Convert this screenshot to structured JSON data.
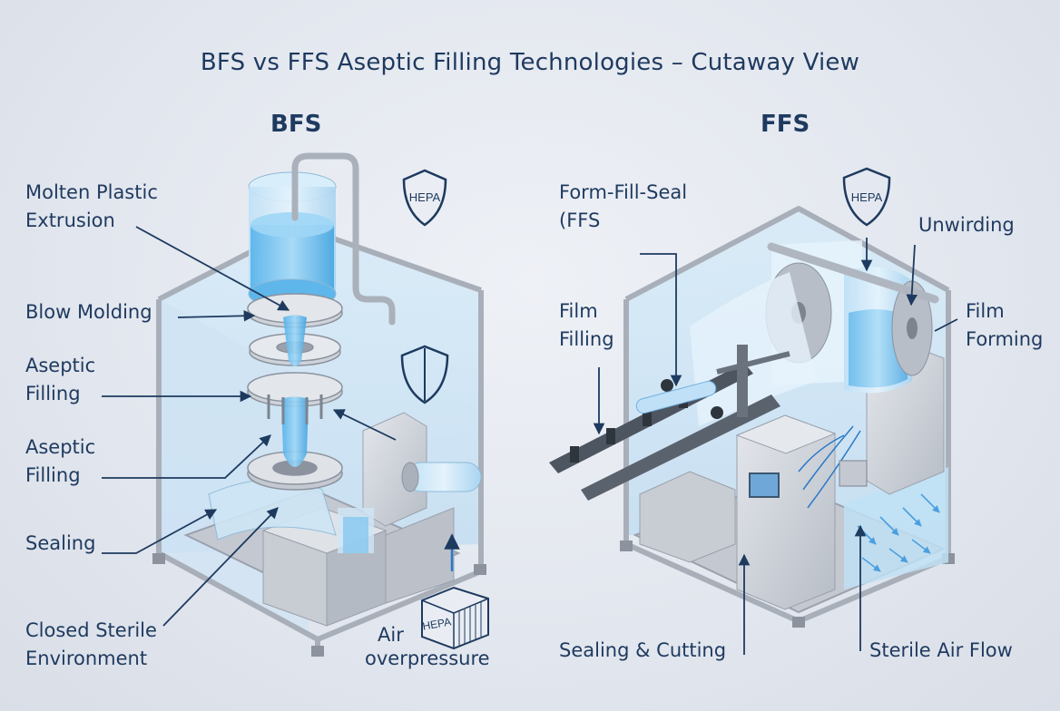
{
  "title": "BFS vs FFS Aseptic Filling Technologies – Cutaway View",
  "bfs": {
    "heading": "BFS",
    "labels": {
      "molten_1": "Molten Plastic",
      "molten_2": "Extrusion",
      "blow_molding": "Blow Molding",
      "aseptic_a_1": "Aseptic",
      "aseptic_a_2": "Filling",
      "aseptic_b_1": "Aseptic",
      "aseptic_b_2": "Filling",
      "sealing": "Sealing",
      "closed_1": "Closed Sterile",
      "closed_2": "Environment",
      "air_1": "Air",
      "air_2": "overpressure"
    },
    "hepa_top": "HEPA",
    "hepa_filter": "HEPA"
  },
  "ffs": {
    "heading": "FFS",
    "labels": {
      "ffs_1": "Form-Fill-Seal",
      "ffs_2": "(FFS",
      "unwinding": "Unwirding",
      "film_filling_1": "Film",
      "film_filling_2": "Filling",
      "film_forming_1": "Film",
      "film_forming_2": "Forming",
      "sealing_cutting": "Sealing & Cutting",
      "sterile_air": "Sterile Air Flow"
    },
    "hepa_top": "HEPA"
  },
  "colors": {
    "text": "#1e3a5f",
    "steel": "#c9ced6",
    "steel_dark": "#9aa1ad",
    "glass": "#cfe6f6",
    "liquid": "#6fbfee"
  }
}
